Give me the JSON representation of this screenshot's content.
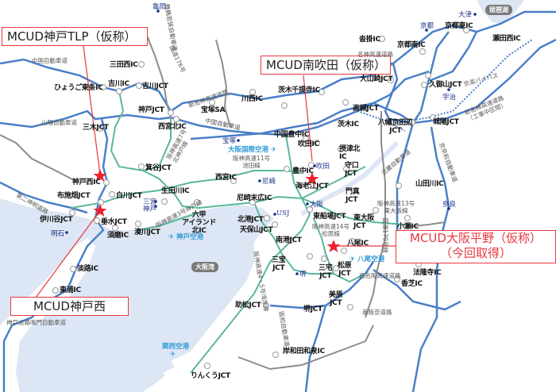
{
  "callouts": {
    "kobe_tlp": "MCUD神戸TLP（仮称）",
    "minami_suita": "MCUD南吹田（仮称）",
    "osaka_hirano_line1": "MCUD大阪平野（仮称）",
    "osaka_hirano_line2": "（今回取得）",
    "kobe_nishi": "MCUD神戸西"
  },
  "colors": {
    "expressway": "#4a7fc8",
    "hanshin": "#5bb89a",
    "national_route": "#8c8c8c",
    "sea": "#dde6f4",
    "callout_border": "#e8383d",
    "marker": "#f0202a"
  },
  "interchanges": {
    "sanda_nishi": "三田西IC",
    "hyogo_higashi": "ひょうご東条IC",
    "yokawa_ic": "吉川IC",
    "yokawa_jct": "吉川JCT",
    "kobe_jct": "神戸JCT",
    "miki_jct": "三木JCT",
    "nishinomiya_kita": "西宮北IC",
    "takarazuka_sa": "宝塚SA",
    "kawanishi": "川西IC",
    "ibaraki_senriji": "茨木千提寺IC",
    "oyamazaki": "大山崎JCT",
    "takatsuki": "高槻JCT",
    "ibaraki": "茨木IC",
    "kutsukake": "沓掛IC",
    "kyoto_minami": "京都南IC",
    "kyoto_higashi": "京都東IC",
    "seta_nishi": "瀬田西IC",
    "kumiyama": "久御山JCT",
    "yawata": "八幡京田辺\nJCT",
    "joyo": "城陽JCT",
    "chugoku_toyonaka": "中国豊中IC",
    "suita": "吹田IC",
    "settsu_kita": "摂津北\nIC",
    "moriguchi": "守口\nJCT",
    "toyonaka": "豊中IC",
    "ebie": "海老江JCT",
    "kadoma": "門真\nJCT",
    "nishinomiya": "西宮IC",
    "kobe_nishi_ic": "神戸西IC",
    "minoya": "箕谷JCT",
    "nunobiki": "布施畑JCT",
    "shirakawa": "白川JCT",
    "ikutagawa": "生田川IC",
    "rokko": "六甲\nアイランド\n北IC",
    "amagasaki": "尼崎末広IC",
    "kitako": "北港JCT",
    "tenpozan": "天保山JCT",
    "ikawadani": "伊川谷JCT",
    "tarumi": "垂水JCT",
    "suma": "須磨IC",
    "minatogawa": "湊川JCT",
    "higashi_funaba": "東船場JCT",
    "higashi_osaka": "東大阪\nJCT",
    "yamadagawa": "山田川IC",
    "ose": "小瀬IC",
    "yao": "八尾IC",
    "nanko": "南港JCT",
    "sanpo": "三宝\nJCT",
    "miyake": "三宅\nJCT",
    "matsubara": "松原\nJCT",
    "mihara": "美原\nJCT",
    "sakai": "堺JCT",
    "sukematsu": "助松JCT",
    "kishiwada": "岸和田和泉IC",
    "rinku": "りんくうJCT",
    "horyuji": "法隆寺IC",
    "kashiba": "香芝IC",
    "awaji": "淡路IC",
    "higashiura": "東浦IC"
  },
  "cities": {
    "kameoka": "亀岡",
    "kyoto": "京都",
    "otsu": "大津",
    "uji": "宇治",
    "takarazuka": "宝塚",
    "suita": "吹田",
    "amagasaki": "尼崎",
    "osaka": "大阪",
    "usj": "USJ",
    "sannomiya": "三宮",
    "kobe": "神戸",
    "akashi": "明石",
    "sakai": "堺",
    "nara": "奈良"
  },
  "water": {
    "biwako": "琵琶湖",
    "osaka_bay": "大阪湾"
  },
  "airports": {
    "itami": "大阪国際空港",
    "kobe": "神戸空港",
    "yao": "八尾空港",
    "kansai": "関西空港"
  },
  "roads": {
    "chugoku1": "中国自動車道",
    "chugoku2": "中国自動車道",
    "sanyo": "山陽自動車道",
    "maizuru": "舞鶴若狭自動車道",
    "kokudo176": "国道176号",
    "shinmeishin": "新名神高速道路",
    "meishin": "名神高速道路",
    "shinmeishin_const": "新名神高速道路\n（工事中区間）",
    "keiji": "京滋バイパス",
    "keinawa": "京奈和自動車道",
    "hanshin11": "阪神高速11号\n池田線",
    "hanshin7": "阪神高速7号\n北神戸線",
    "hanshin3": "阪神高速3号神戸線",
    "hanshin13": "阪神高速13号\n東大阪線",
    "hanshin14": "阪神高速14号\n松原線",
    "hanshin4": "阪神高速4・5号湾岸線",
    "kokudo170": "国道170号線",
    "daini_shinmei": "第二神明道路",
    "kobe_awaji": "神戸淡路鳴門自動車道",
    "nishimeihan": "西名阪高速道路",
    "minami_hanna": "南阪奈道路",
    "hanwa": "阪和自動車道",
    "kinki": "近畿自動車道"
  }
}
